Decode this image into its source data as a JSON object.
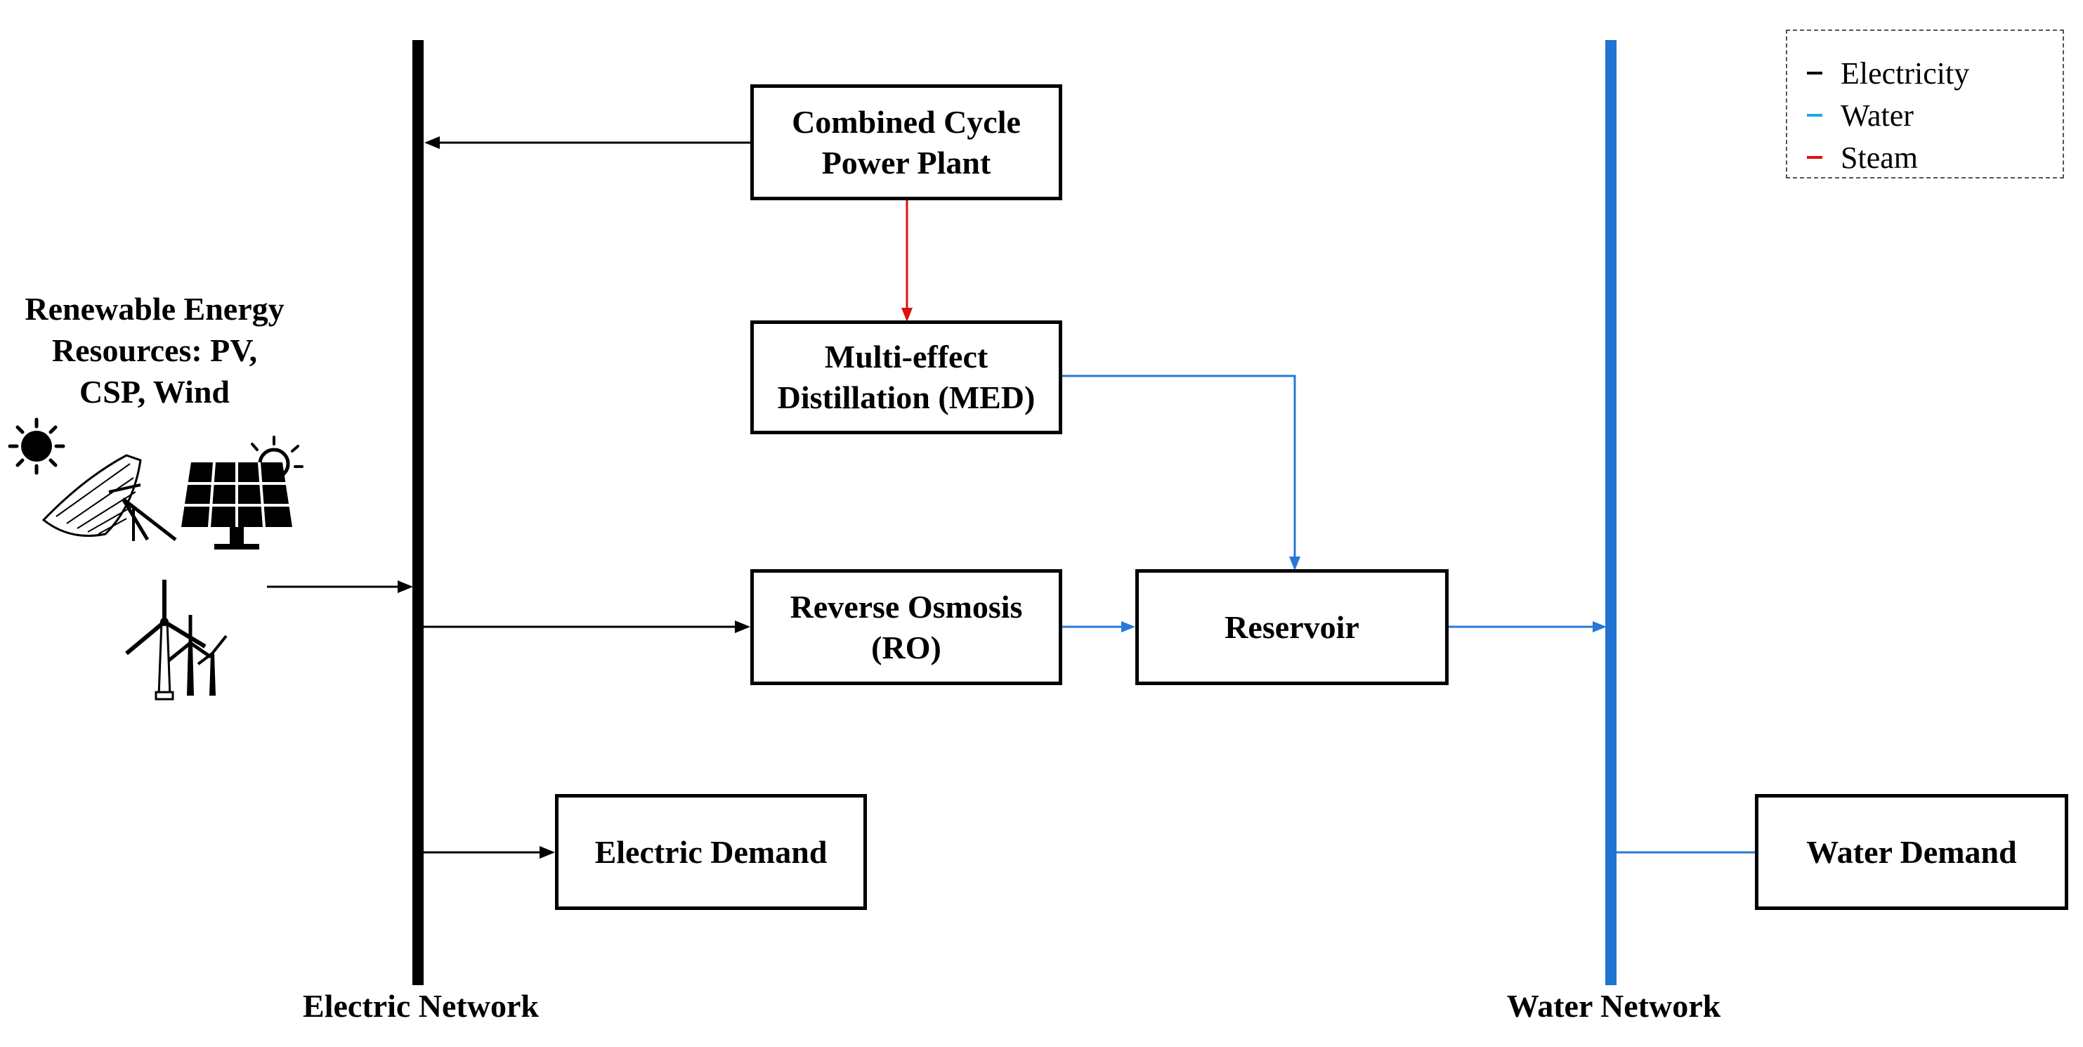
{
  "colors": {
    "electricity": "#000000",
    "water": "#2878d8",
    "steam": "#e01010",
    "water_bus": "#1f73d1"
  },
  "legend": {
    "items": [
      {
        "label": "Electricity",
        "color": "#000000"
      },
      {
        "label": "Water",
        "color": "#21a7e8"
      },
      {
        "label": "Steam",
        "color": "#e01010"
      }
    ]
  },
  "buses": {
    "electric_label": "Electric Network",
    "water_label": "Water Network"
  },
  "renewables": {
    "line1": "Renewable Energy",
    "line2": "Resources: PV,",
    "line3": "CSP, Wind",
    "icons": [
      "sun-icon",
      "csp-dish-icon",
      "solar-panel-icon",
      "wind-turbine-icon"
    ]
  },
  "boxes": {
    "ccpp": {
      "line1": "Combined Cycle",
      "line2": "Power Plant"
    },
    "med": {
      "line1": "Multi-effect",
      "line2": "Distillation (MED)"
    },
    "ro": {
      "line1": "Reverse Osmosis",
      "line2": "(RO)"
    },
    "reservoir": {
      "line1": "Reservoir"
    },
    "electric_demand": {
      "line1": "Electric Demand"
    },
    "water_demand": {
      "line1": "Water Demand"
    }
  }
}
